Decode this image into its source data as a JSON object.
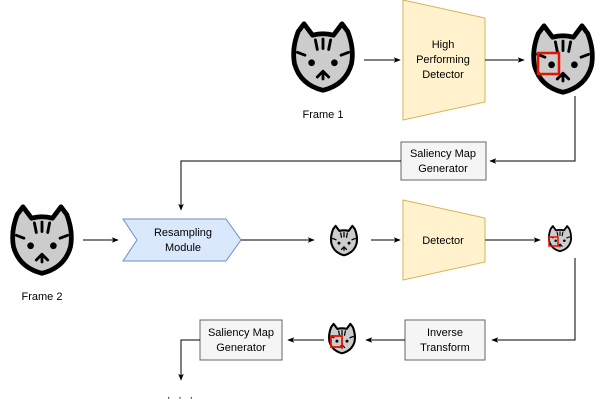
{
  "colors": {
    "detector_fill": "#fff2cc",
    "detector_stroke": "#d6b656",
    "module_fill": "#dae8fc",
    "module_stroke": "#6c8ebf",
    "box_fill": "#f5f5f5",
    "box_stroke": "#666666",
    "cat_fill": "#cccccc",
    "cat_stroke": "#000000",
    "highlight": "#e51400",
    "arrow": "#000000"
  },
  "frames": {
    "frame1_label": "Frame 1",
    "frame2_label": "Frame 2"
  },
  "detectors": {
    "high_line1": "High",
    "high_line2": "Performing",
    "high_line3": "Detector",
    "low_label": "Detector"
  },
  "modules": {
    "resampling_line1": "Resampling",
    "resampling_line2": "Module"
  },
  "saliency": {
    "line1": "Saliency Map",
    "line2": "Generator"
  },
  "saliency_bottom": {
    "line1": "Saliency Map",
    "line2": "Generator"
  },
  "inverse": {
    "line1": "Inverse",
    "line2": "Transform"
  },
  "continuation": {
    "label": "· · ·"
  },
  "icons": {
    "cat": "cat-face-icon",
    "highlight": "highlight-box-icon"
  }
}
